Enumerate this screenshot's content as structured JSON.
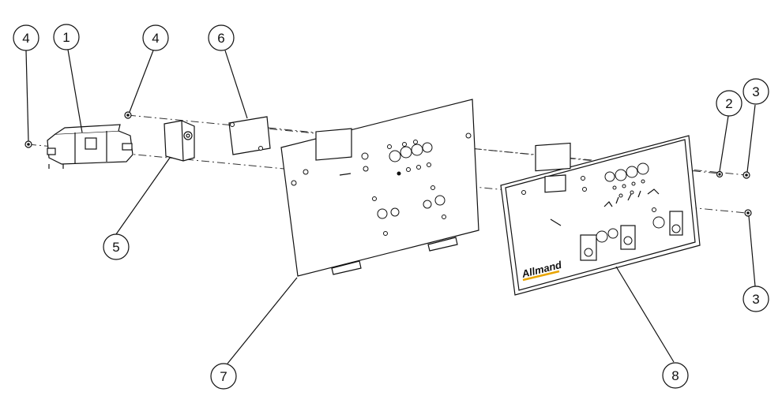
{
  "diagram": {
    "callouts": [
      {
        "id": "c4a",
        "label": "4"
      },
      {
        "id": "c1",
        "label": "1"
      },
      {
        "id": "c4b",
        "label": "4"
      },
      {
        "id": "c6",
        "label": "6"
      },
      {
        "id": "c2",
        "label": "2"
      },
      {
        "id": "c3a",
        "label": "3"
      },
      {
        "id": "c5",
        "label": "5"
      },
      {
        "id": "c3b",
        "label": "3"
      },
      {
        "id": "c7",
        "label": "7"
      },
      {
        "id": "c8",
        "label": "8"
      }
    ],
    "brand_logo": "Allmand",
    "colors": {
      "line": "#111111",
      "logo_text": "#111111",
      "logo_bar": "#e8a400",
      "background": "#ffffff"
    }
  }
}
